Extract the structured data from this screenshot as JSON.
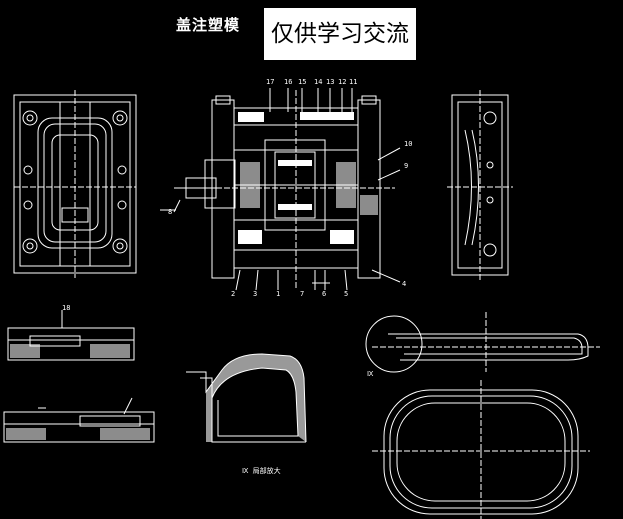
{
  "drawing": {
    "title": "盖注塑模",
    "watermark": "仅供学习交流",
    "detail_caption": "Ⅸ 局部放大",
    "detail_mark": "Ⅸ",
    "part_numbers_top": [
      "17",
      "16",
      "15",
      "14",
      "13",
      "12",
      "11"
    ],
    "part_numbers_bottom": [
      "2",
      "3",
      "1",
      "7",
      "6",
      "5",
      "4"
    ],
    "part_numbers_side": [
      "10",
      "9",
      "8",
      "18"
    ]
  }
}
